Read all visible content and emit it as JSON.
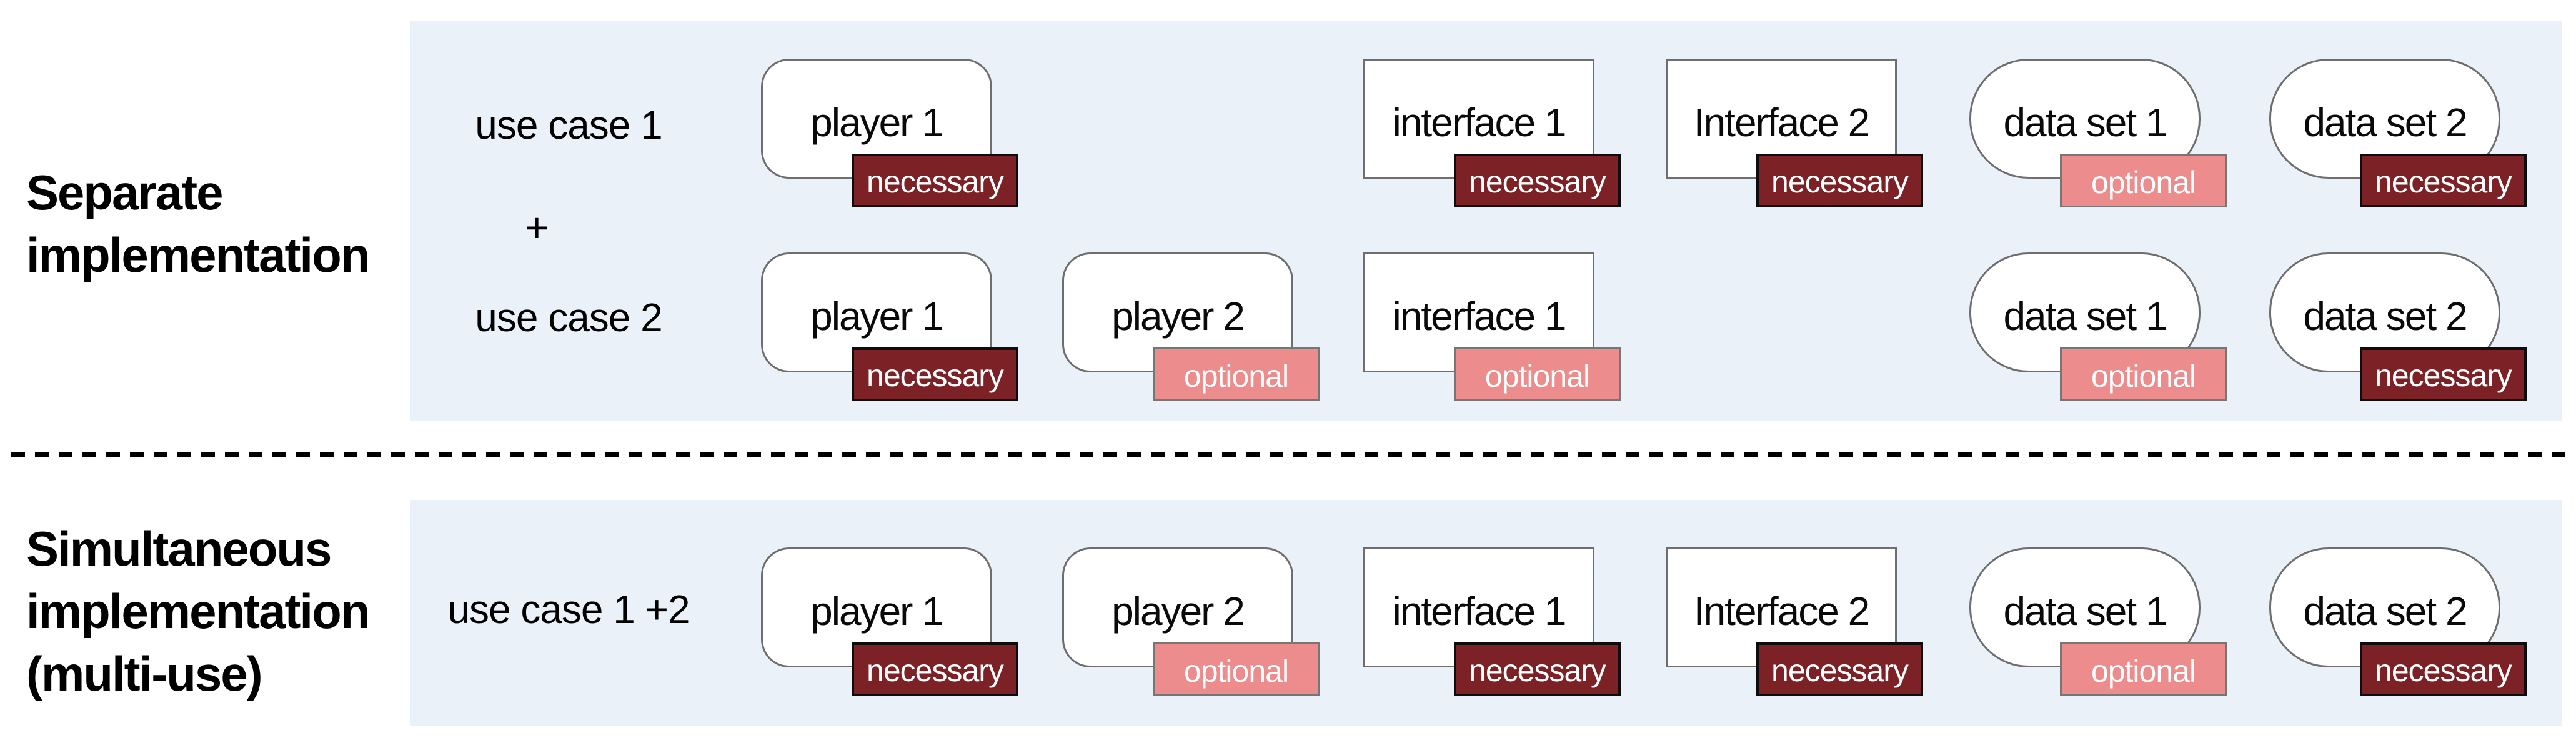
{
  "figure": {
    "kind": "multi-use-implementation-diagram",
    "joiner_symbol": "+"
  },
  "colors": {
    "panel_background": "#eaf1f9",
    "necessary_fill": "#7c2125",
    "optional_fill": "#ed8c8c",
    "badge_text": "#ffffff",
    "shape_border": "#6e6e6e",
    "text": "#000000"
  },
  "badge_labels": {
    "necessary": "necessary",
    "optional": "optional"
  },
  "sections": [
    {
      "id": "separate",
      "title_lines": [
        "Separate",
        "implementation"
      ],
      "rows": [
        {
          "label": "use case 1",
          "items": [
            {
              "label": "player 1",
              "shape": "player",
              "badge": "necessary",
              "col": 0
            },
            {
              "label": "interface 1",
              "shape": "interface",
              "badge": "necessary",
              "col": 2
            },
            {
              "label": "Interface 2",
              "shape": "interface",
              "badge": "necessary",
              "col": 3
            },
            {
              "label": "data set 1",
              "shape": "dataset",
              "badge": "optional",
              "col": 4
            },
            {
              "label": "data set 2",
              "shape": "dataset",
              "badge": "necessary",
              "col": 5
            }
          ]
        },
        {
          "label": "use case 2",
          "items": [
            {
              "label": "player 1",
              "shape": "player",
              "badge": "necessary",
              "col": 0
            },
            {
              "label": "player 2",
              "shape": "player",
              "badge": "optional",
              "col": 1
            },
            {
              "label": "interface 1",
              "shape": "interface",
              "badge": "optional",
              "col": 2
            },
            {
              "label": "data set 1",
              "shape": "dataset",
              "badge": "optional",
              "col": 4
            },
            {
              "label": "data set 2",
              "shape": "dataset",
              "badge": "necessary",
              "col": 5
            }
          ]
        }
      ]
    },
    {
      "id": "simultaneous",
      "title_lines": [
        "Simultaneous",
        "implementation",
        "(multi-use)"
      ],
      "rows": [
        {
          "label": "use case 1 +2",
          "items": [
            {
              "label": "player 1",
              "shape": "player",
              "badge": "necessary",
              "col": 0
            },
            {
              "label": "player 2",
              "shape": "player",
              "badge": "optional",
              "col": 1
            },
            {
              "label": "interface 1",
              "shape": "interface",
              "badge": "necessary",
              "col": 2
            },
            {
              "label": "Interface 2",
              "shape": "interface",
              "badge": "necessary",
              "col": 3
            },
            {
              "label": "data set 1",
              "shape": "dataset",
              "badge": "optional",
              "col": 4
            },
            {
              "label": "data set 2",
              "shape": "dataset",
              "badge": "necessary",
              "col": 5
            }
          ]
        }
      ]
    }
  ]
}
